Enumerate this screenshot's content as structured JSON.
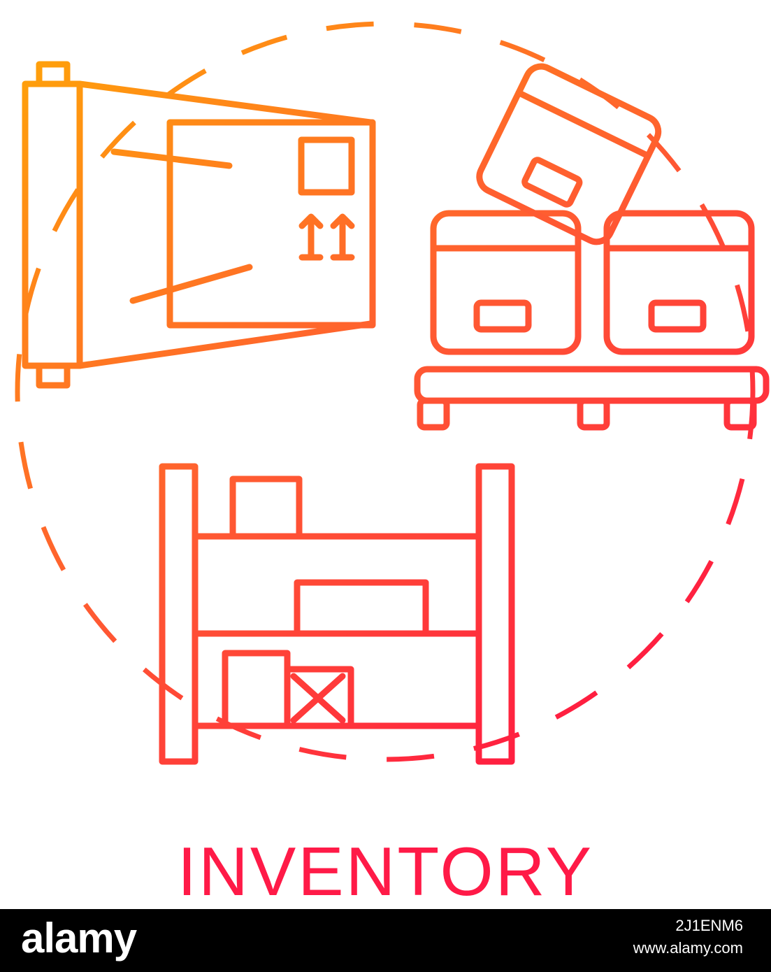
{
  "caption": {
    "text": "INVENTORY",
    "color": "#ff1a47"
  },
  "gradient": {
    "from": "#ffa10a",
    "mid": "#ff5a32",
    "to": "#ff1044"
  },
  "icons": [
    "dashed-circle-frame",
    "stretch-wrap-roll-icon",
    "boxes-on-pallet-icon",
    "storage-shelf-icon"
  ],
  "watermark": {
    "logo": "alamy",
    "stock_id": "2J1ENM6",
    "url": "www.alamy.com",
    "background": "#000000"
  }
}
